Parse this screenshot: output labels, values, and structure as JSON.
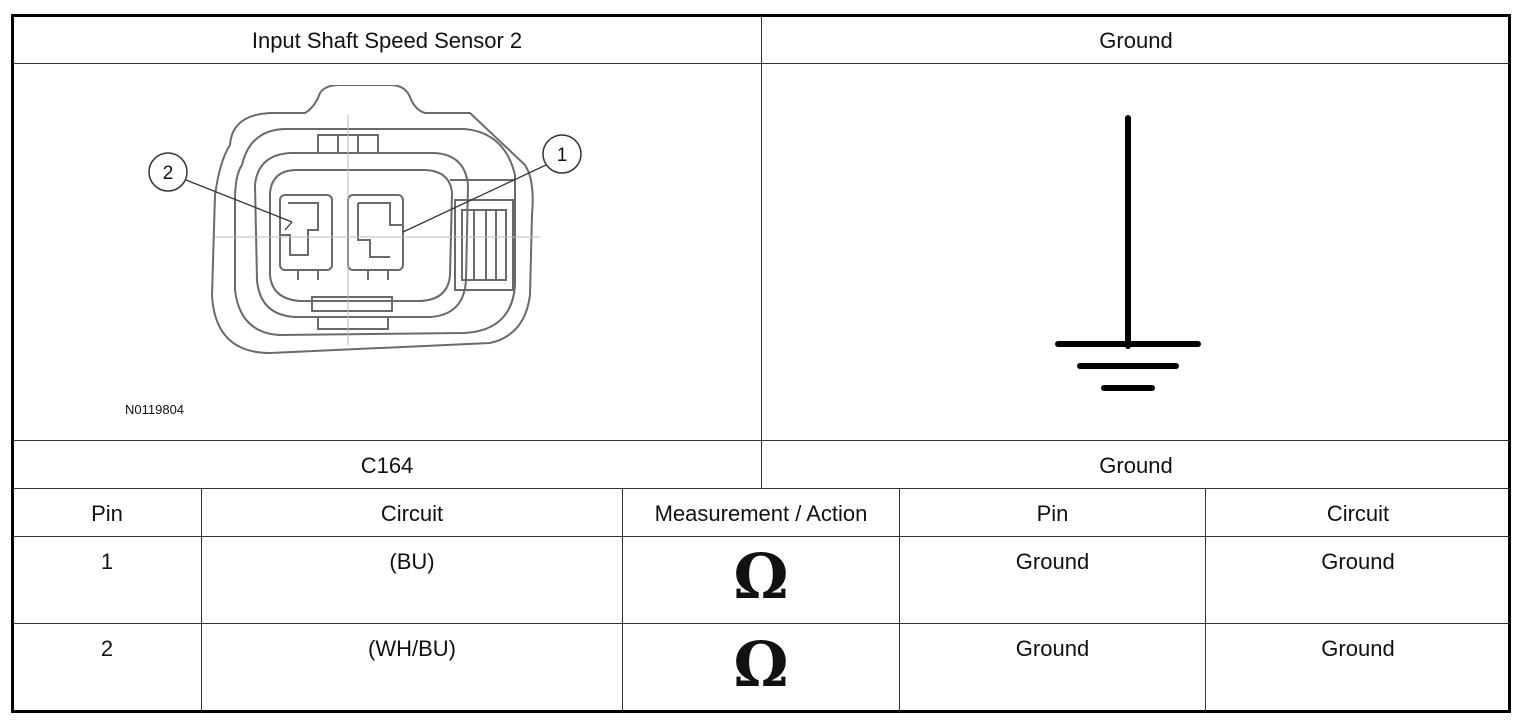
{
  "top": {
    "left_title": "Input Shaft Speed Sensor 2",
    "right_title": "Ground",
    "figure_code": "N0119804",
    "callouts": [
      "2",
      "1"
    ]
  },
  "labels": {
    "left_connector": "C164",
    "right_connector": "Ground"
  },
  "table": {
    "headers": [
      "Pin",
      "Circuit",
      "Measurement / Action",
      "Pin",
      "Circuit"
    ],
    "rows": [
      {
        "pin": "1",
        "circuit": "(BU)",
        "symbol": "Ω",
        "pin2": "Ground",
        "circuit2": "Ground"
      },
      {
        "pin": "2",
        "circuit": "(WH/BU)",
        "symbol": "Ω",
        "pin2": "Ground",
        "circuit2": "Ground"
      }
    ]
  }
}
